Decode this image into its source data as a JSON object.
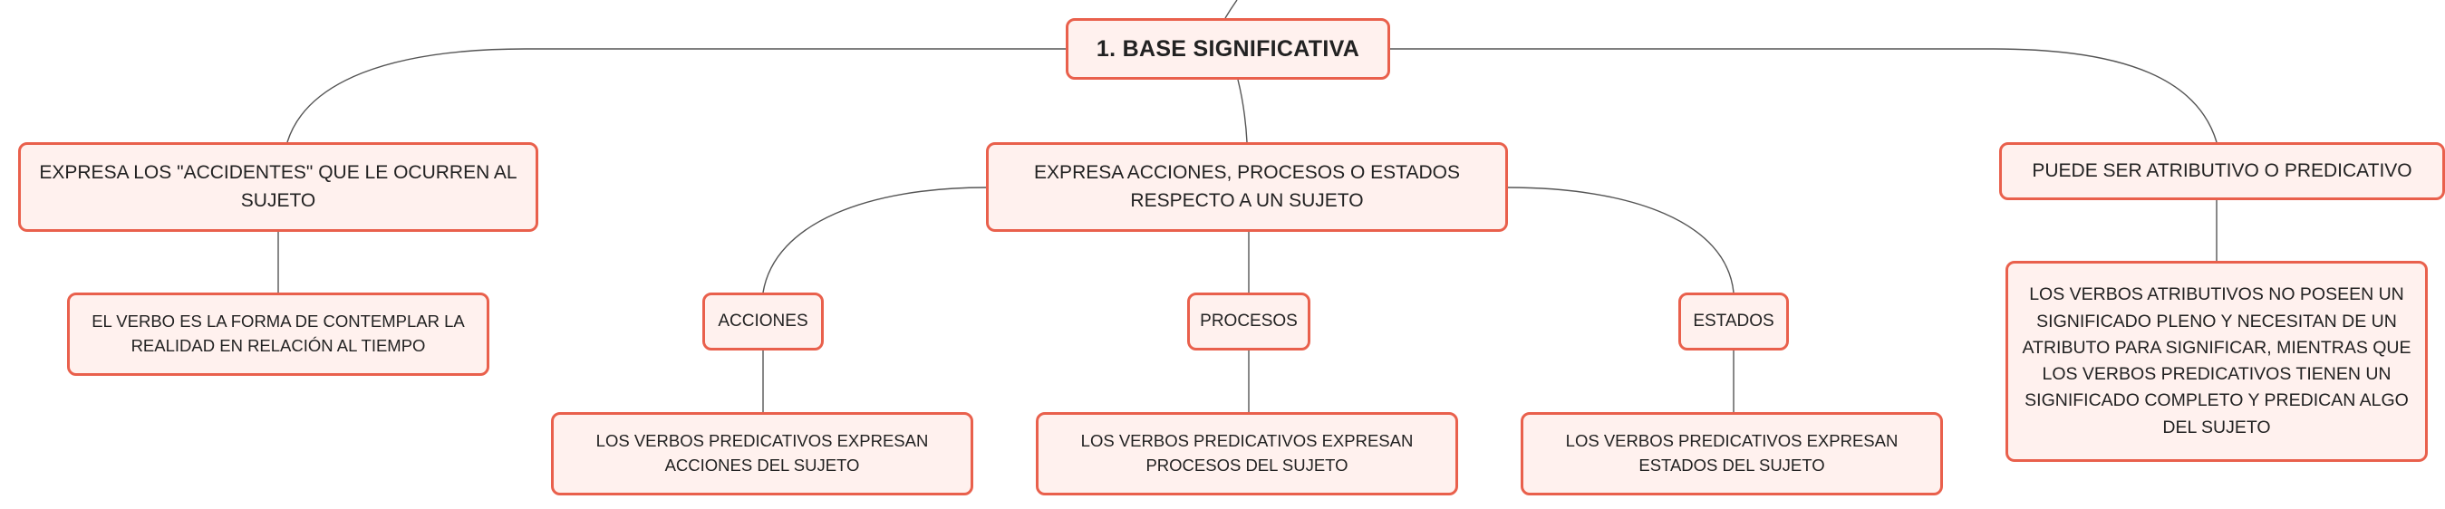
{
  "diagram": {
    "root": {
      "label": "1. BASE SIGNIFICATIVA"
    },
    "branch_left": {
      "label": "EXPRESA LOS \"ACCIDENTES\" QUE LE OCURREN AL SUJETO",
      "child": "EL VERBO ES LA FORMA DE CONTEMPLAR LA REALIDAD EN RELACIÓN AL TIEMPO"
    },
    "branch_center": {
      "label": "EXPRESA ACCIONES, PROCESOS O ESTADOS RESPECTO A UN SUJETO",
      "children": [
        {
          "label": "ACCIONES",
          "child": "LOS VERBOS PREDICATIVOS EXPRESAN ACCIONES DEL SUJETO"
        },
        {
          "label": "PROCESOS",
          "child": "LOS VERBOS PREDICATIVOS EXPRESAN PROCESOS DEL SUJETO"
        },
        {
          "label": "ESTADOS",
          "child": "LOS VERBOS PREDICATIVOS EXPRESAN ESTADOS DEL SUJETO"
        }
      ]
    },
    "branch_right": {
      "label": "PUEDE SER ATRIBUTIVO O PREDICATIVO",
      "child": "LOS VERBOS ATRIBUTIVOS NO POSEEN UN SIGNIFICADO PLENO Y NECESITAN DE UN ATRIBUTO PARA SIGNIFICAR, MIENTRAS QUE LOS VERBOS PREDICATIVOS TIENEN UN SIGNIFICADO COMPLETO Y PREDICAN ALGO DEL SUJETO"
    }
  },
  "colors": {
    "node_border": "#e9604c",
    "node_fill": "#fff1ee",
    "connector": "#555555",
    "text": "#222222"
  }
}
